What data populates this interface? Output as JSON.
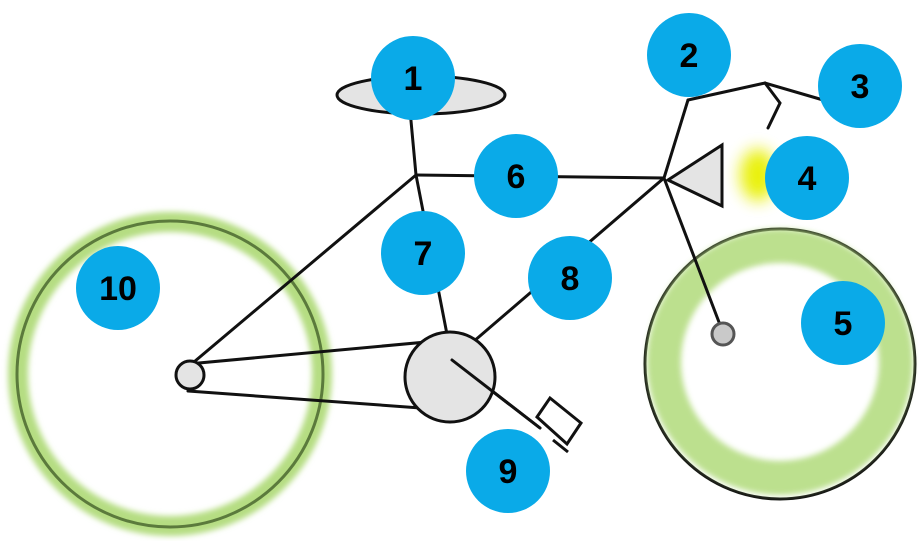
{
  "colors": {
    "badge": "#0AAAE8",
    "badge_text": "#000000",
    "tire_green": "#B5DD82",
    "frame": "#111111",
    "part_fill": "#E4E4E4",
    "glow": "#E8F000"
  },
  "badges": [
    {
      "label": "1",
      "part": "seat"
    },
    {
      "label": "2",
      "part": "handlebar-stem"
    },
    {
      "label": "3",
      "part": "handlebar"
    },
    {
      "label": "4",
      "part": "headlight"
    },
    {
      "label": "5",
      "part": "front-wheel"
    },
    {
      "label": "6",
      "part": "top-tube"
    },
    {
      "label": "7",
      "part": "seat-tube"
    },
    {
      "label": "8",
      "part": "down-tube"
    },
    {
      "label": "9",
      "part": "pedal"
    },
    {
      "label": "10",
      "part": "rear-wheel"
    }
  ]
}
